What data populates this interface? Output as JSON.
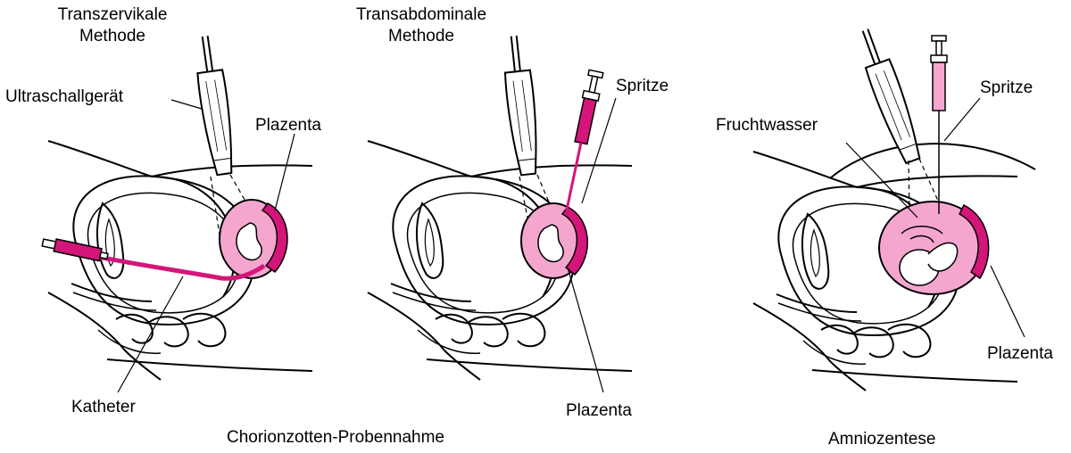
{
  "colors": {
    "outline": "#000000",
    "magenta": "#d4157a",
    "pink": "#f4a6cf",
    "background": "#ffffff"
  },
  "labels": {
    "transcervical_line1": "Transzervikale",
    "transcervical_line2": "Methode",
    "ultrasound": "Ultraschallgerät",
    "placenta_1": "Plazenta",
    "catheter": "Katheter",
    "transabdominal_line1": "Transabdominale",
    "transabdominal_line2": "Methode",
    "syringe_2": "Spritze",
    "placenta_2": "Plazenta",
    "amniotic_fluid": "Fruchtwasser",
    "syringe_3": "Spritze",
    "placenta_3": "Plazenta"
  },
  "captions": {
    "cvs": "Chorionzotten-Probennahme",
    "amnio": "Amniozentese"
  }
}
